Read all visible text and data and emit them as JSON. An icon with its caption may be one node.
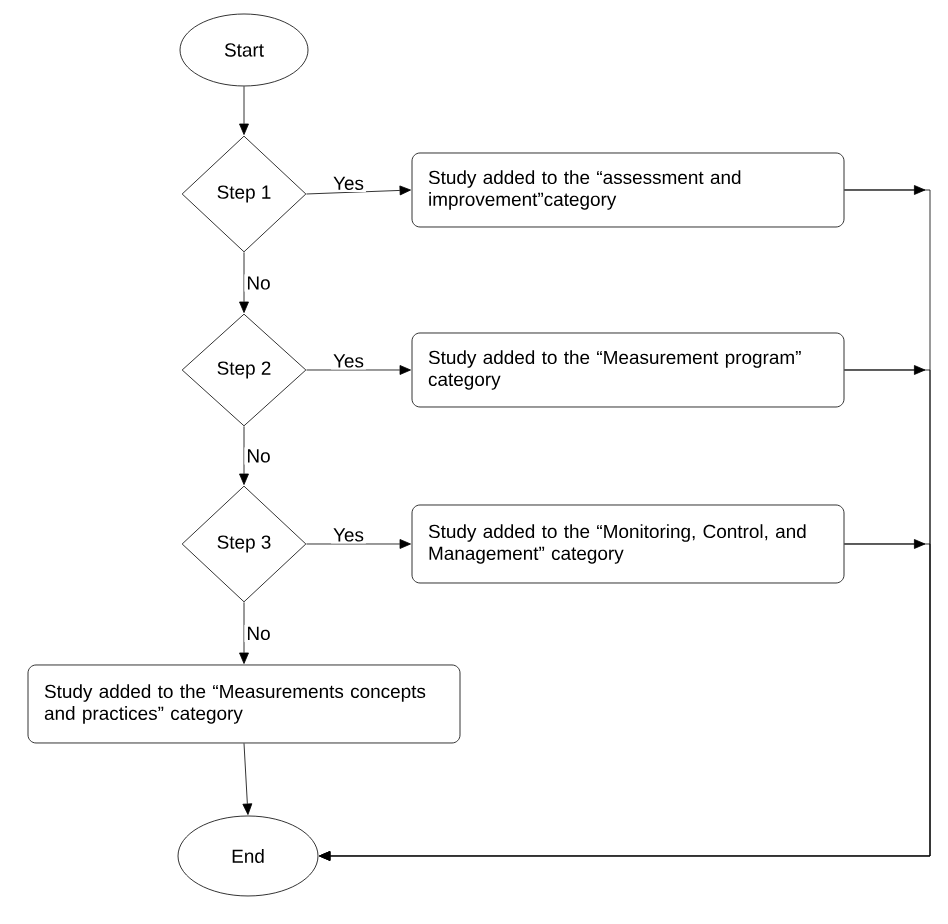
{
  "diagram": {
    "nodes": [
      {
        "text": [
          "Start"
        ]
      },
      {
        "text": [
          "Step 1"
        ]
      },
      {
        "text": [
          "Study added to the “assessment and improvement”category"
        ]
      },
      {
        "text": [
          "Step 2"
        ]
      },
      {
        "text": [
          "Study added to the “Measurement program” category"
        ]
      },
      {
        "text": [
          "Step 3"
        ]
      },
      {
        "text": [
          "Study added to the “Monitoring, Control, and Management” category"
        ]
      },
      {
        "text": [
          "Study added to the “Measurements concepts and practices” category"
        ]
      },
      {
        "text": [
          "End"
        ]
      }
    ],
    "edges": [
      {
        "from": 0,
        "to": 1,
        "arrow": "to"
      },
      {
        "from": 1,
        "to": 2,
        "arrow": "to",
        "label": "Yes"
      },
      {
        "from": 1,
        "to": 3,
        "arrow": "to",
        "label": "No"
      },
      {
        "from": 3,
        "to": 4,
        "arrow": "to",
        "label": "Yes"
      },
      {
        "from": 3,
        "to": 5,
        "arrow": "to",
        "label": "No"
      },
      {
        "from": 5,
        "to": 6,
        "arrow": "to",
        "label": "Yes"
      },
      {
        "from": 5,
        "to": 7,
        "arrow": "to",
        "label": "No"
      },
      {
        "from": 7,
        "to": 8,
        "arrow": "to"
      },
      {
        "from": 2,
        "to": 8,
        "arrow": "to"
      },
      {
        "from": 4,
        "to": 8,
        "arrow": "to"
      },
      {
        "from": 6,
        "to": 8,
        "arrow": "to"
      }
    ]
  }
}
